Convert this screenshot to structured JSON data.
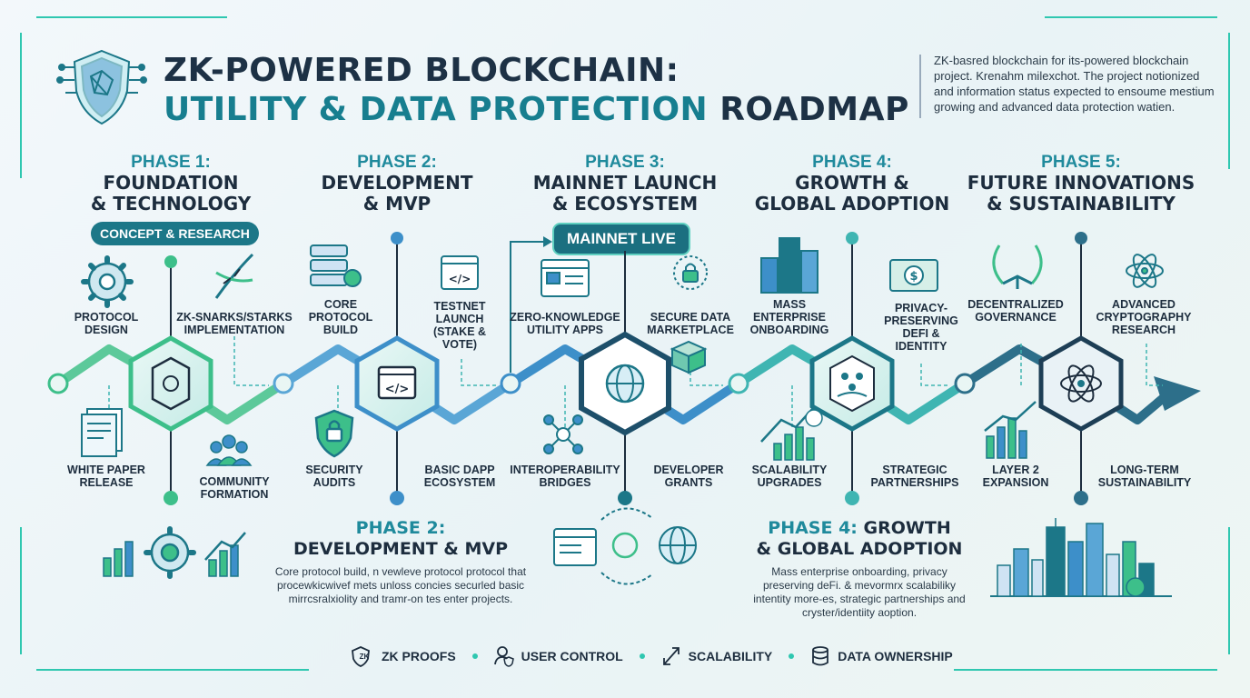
{
  "header": {
    "title_line1": "ZK-POWERED BLOCKCHAIN:",
    "title_line2_teal": "UTILITY & DATA PROTECTION",
    "title_line2_dark": " ROADMAP",
    "intro": "ZK-basred blockchain for its-powered blockchain project. Krenahm milexchot. The project notionized and information status expected to ensoume mestium growing and advanced data protection watien."
  },
  "phases": [
    {
      "num": "PHASE 1:",
      "name_line1": "FOUNDATION",
      "name_line2": "& TECHNOLOGY",
      "pill": "CONCEPT & RESEARCH",
      "labels": {
        "top_left": [
          "PROTOCOL",
          "DESIGN"
        ],
        "top_right": [
          "ZK-SNARKS/STARKS",
          "IMPLEMENTATION"
        ],
        "bottom_left": [
          "WHITE PAPER",
          "RELEASE"
        ],
        "bottom_right": [
          "COMMUNITY",
          "FORMATION"
        ]
      }
    },
    {
      "num": "PHASE 2:",
      "name_line1": "DEVELOPMENT",
      "name_line2": "& MVP",
      "labels": {
        "top_left": [
          "CORE",
          "PROTOCOL",
          "BUILD"
        ],
        "top_right": [
          "TESTNET",
          "LAUNCH",
          "(STAKE &",
          "VOTE)"
        ],
        "bottom_left": [
          "SECURITY",
          "AUDITS"
        ],
        "bottom_right": [
          "BASIC DAPP",
          "ECOSYSTEM"
        ]
      }
    },
    {
      "num": "PHASE 3:",
      "name_line1": "MAINNET LAUNCH",
      "name_line2": "& ECOSYSTEM",
      "pill": "MAINNET LIVE",
      "labels": {
        "top_left": [
          "ZERO-KNOWLEDGE",
          "UTILITY APPS"
        ],
        "top_right": [
          "SECURE DATA",
          "MARKETPLACE"
        ],
        "bottom_left": [
          "INTEROPERABILITY",
          "BRIDGES"
        ],
        "bottom_right": [
          "DEVELOPER",
          "GRANTS"
        ]
      }
    },
    {
      "num": "PHASE 4:",
      "name_line1": "GROWTH &",
      "name_line2": "GLOBAL ADOPTION",
      "labels": {
        "top_left": [
          "MASS",
          "ENTERPRISE",
          "ONBOARDING"
        ],
        "top_right": [
          "PRIVACY-",
          "PRESERVING",
          "DEFI &",
          "IDENTITY"
        ],
        "bottom_left": [
          "SCALABILITY",
          "UPGRADES"
        ],
        "bottom_right": [
          "STRATEGIC",
          "PARTNERSHIPS"
        ]
      }
    },
    {
      "num": "PHASE 5:",
      "name_line1": "FUTURE INNOVATIONS",
      "name_line2": "& SUSTAINABILITY",
      "labels": {
        "top_left": [
          "DECENTRALIZED",
          "GOVERNANCE"
        ],
        "top_right": [
          "ADVANCED",
          "CRYPTOGRAPHY",
          "RESEARCH"
        ],
        "bottom_left": [
          "LAYER 2",
          "EXPANSION"
        ],
        "bottom_right": [
          "LONG-TERM",
          "SUSTAINABILITY"
        ]
      }
    }
  ],
  "summaries": [
    {
      "num": "PHASE 2:",
      "title_line2": "DEVELOPMENT & MVP",
      "text": "Core protocol build, n vewleve protocol protocol that procewkicwivef mets unloss concies securled basic mirrcsralxiolity and tramr-on tes enter projects."
    },
    {
      "num": "PHASE 4:",
      "title_rest": " GROWTH",
      "title_line2": "& GLOBAL ADOPTION",
      "text": "Mass enterprise onboarding, privacy preserving deFi. & mevormrx scalabiliky intentity more-es, strategic partnerships and cryster/identiity aoption."
    }
  ],
  "footer": [
    {
      "icon": "zk-badge-icon",
      "badge": "ZK",
      "label": "ZK PROOFS"
    },
    {
      "icon": "user-shield-icon",
      "label": "USER CONTROL"
    },
    {
      "icon": "expand-arrows-icon",
      "label": "SCALABILITY"
    },
    {
      "icon": "database-icon",
      "label": "DATA OWNERSHIP"
    }
  ],
  "colors": {
    "teal_dark": "#1c7788",
    "teal": "#1f8a9c",
    "green": "#3dbf8a",
    "blue": "#3d8fc9",
    "navy": "#1d2d3e",
    "frame": "#2fc7b0"
  }
}
